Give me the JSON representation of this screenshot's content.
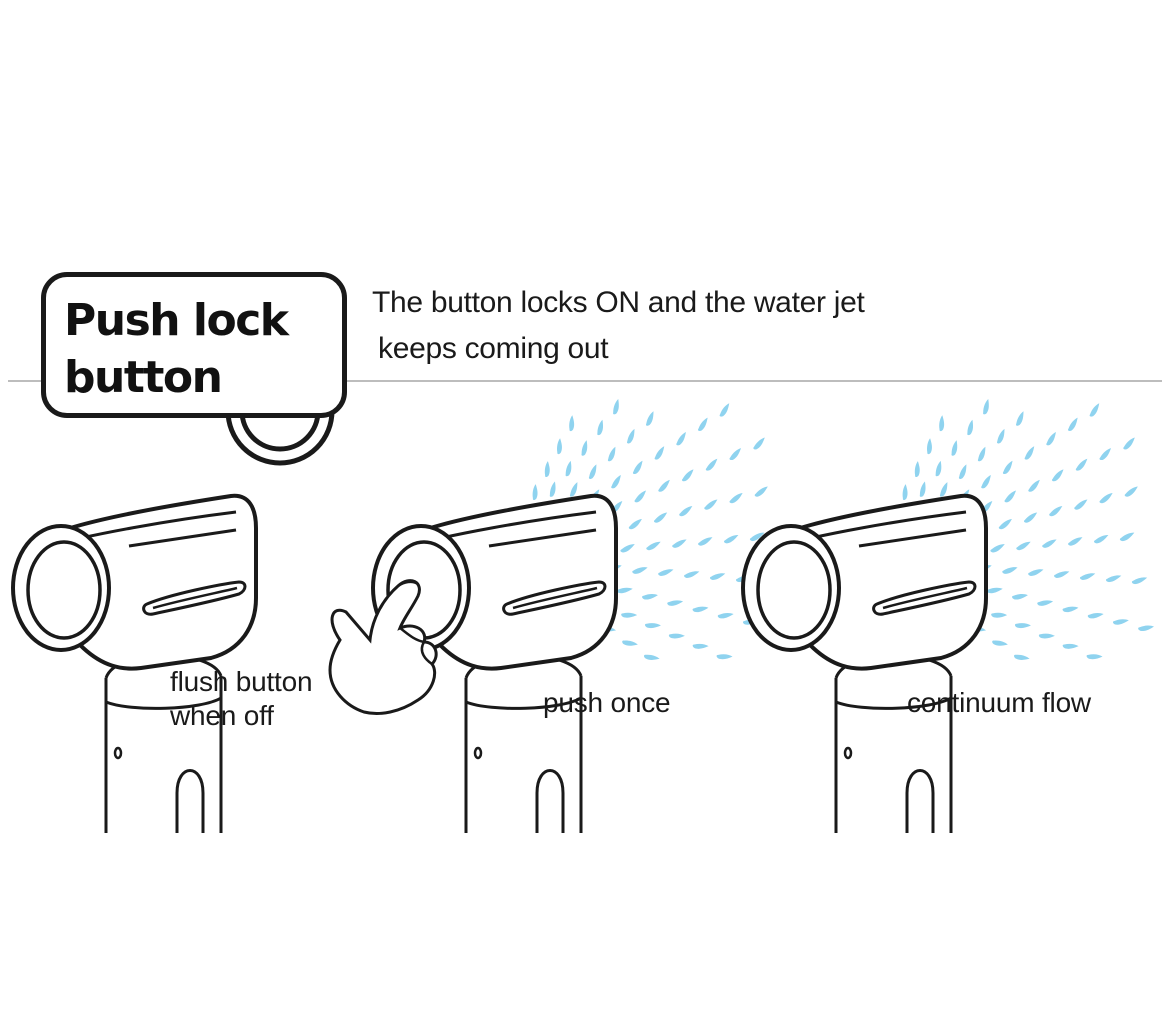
{
  "title": {
    "line1": "Push lock",
    "line2": "button"
  },
  "description": {
    "line1": "The button locks ON and the water jet",
    "line2": "keeps coming out"
  },
  "panels": [
    {
      "caption_line1": "flush button",
      "caption_line2": "when off",
      "state": "off"
    },
    {
      "caption_line1": "push once",
      "caption_line2": "",
      "state": "pressed"
    },
    {
      "caption_line1": "continuum flow",
      "caption_line2": "",
      "state": "flowing"
    }
  ],
  "colors": {
    "outline": "#1a1a1a",
    "water": "#8fd3ef",
    "divider": "#bdbdbd",
    "background": "#ffffff"
  },
  "icons": [
    "lock-button-icon",
    "hand-pointer-icon",
    "water-drop-icon"
  ]
}
